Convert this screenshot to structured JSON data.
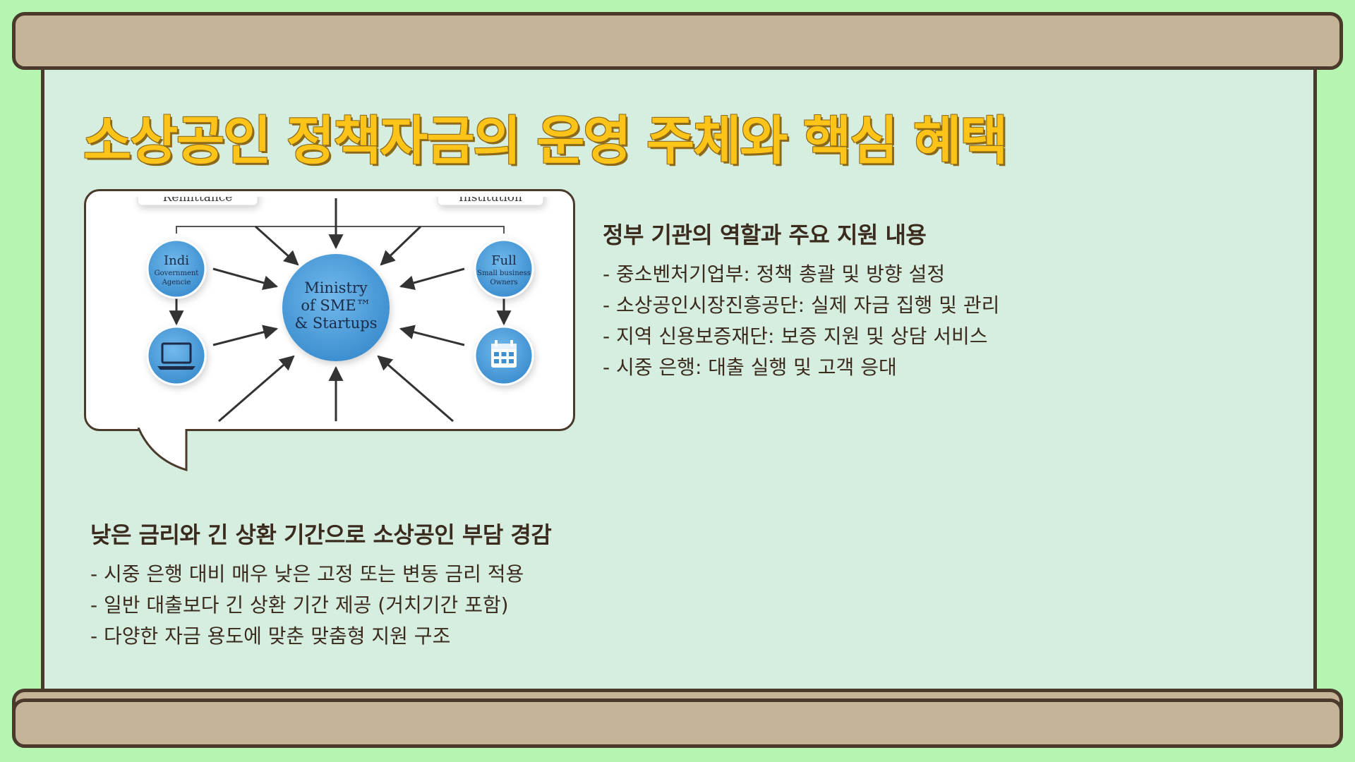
{
  "title": "소상공인 정책자금의 운영 주체와 핵심 혜택",
  "diagram": {
    "center_label_lines": [
      "Ministry",
      "of SME™",
      "& Startups"
    ],
    "top_left_label": "Remittance",
    "top_right_label": "Institution",
    "left_node": {
      "title": "Indi",
      "lines": [
        "Government",
        "Agencie"
      ]
    },
    "right_node": {
      "title": "Full",
      "lines": [
        "Small business",
        "Owners"
      ]
    },
    "left_icon": "laptop-icon",
    "right_icon": "calendar-icon"
  },
  "section1": {
    "heading": "정부 기관의 역할과 주요 지원 내용",
    "items": [
      "- 중소벤처기업부: 정책 총괄 및 방향 설정",
      "- 소상공인시장진흥공단: 실제 자금 집행 및 관리",
      "- 지역 신용보증재단: 보증 지원 및 상담 서비스",
      "- 시중 은행: 대출 실행 및 고객 응대"
    ]
  },
  "section2": {
    "heading": "낮은 금리와 긴 상환 기간으로 소상공인 부담 경감",
    "items": [
      "- 시중 은행 대비 매우 낮은 고정 또는 변동 금리 적용",
      "- 일반 대출보다 긴 상환 기간 제공 (거치기간 포함)",
      "- 다양한 자금 용도에 맞춘 맞춤형 지원 구조"
    ]
  },
  "colors": {
    "background": "#b5f5b1",
    "paper": "#d6eee0",
    "rod": "#c6b498",
    "outline": "#4a3a2c",
    "title": "#fcc419",
    "text": "#3b2a1e",
    "node_blue": "#4a9fdc"
  }
}
